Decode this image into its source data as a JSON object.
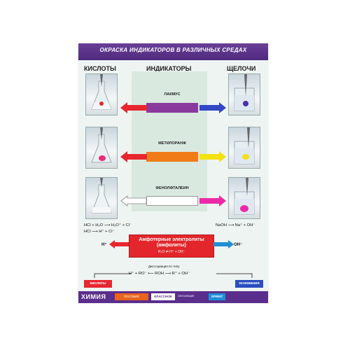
{
  "title": "ОКРАСКА ИНДИКАТОРОВ В РАЗЛИЧНЫХ СРЕДАХ",
  "columns": {
    "acids": "КИСЛОТЫ",
    "indicators": "ИНДИКАТОРЫ",
    "bases": "ЩЕЛОЧИ"
  },
  "indicators": [
    {
      "name": "ЛАКМУС",
      "color": "#8a3a9c",
      "acid_color": "#e8262e",
      "base_color": "#3346c8"
    },
    {
      "name": "МЕТИЛОРАНЖ",
      "color": "#f07b17",
      "acid_color": "#e8262e",
      "base_color": "#f4e20f"
    },
    {
      "name": "ФЕНОЛФТАЛЕИН",
      "color": "#ffffff",
      "acid_color": "#ffffff",
      "base_color": "#ec2aa8"
    }
  ],
  "equations": {
    "acid1": "HCl + H₂O ⟶ H₃O⁺ + Cl⁻",
    "acid2": "HCl ⟶ H⁺ + Cl⁻",
    "base1": "NaOH ⟶ Na⁺ + OH⁻"
  },
  "amphoteric": {
    "line1": "Амфотерные электролиты",
    "line2": "(амфолиты)",
    "line3": "H₂O ⇄ H⁺ + OH⁻",
    "left_ion": "H⁺",
    "right_ion": "OH⁻",
    "dissociation_label": "Диссоциация по типу",
    "dissociation_eq": "H⁺ + RO⁻ ⟵ ROH ⟶ R⁺ + OH⁻",
    "acid_tag": "кислоты",
    "base_tag": "основания"
  },
  "footer": {
    "brand": "ХИМИЯ",
    "badge1": "ПОСОБИЕ",
    "badge2": "КЛАССНОЕ",
    "series": "ОБУЧАЮЩИЕ",
    "publisher": "SPRINT"
  }
}
